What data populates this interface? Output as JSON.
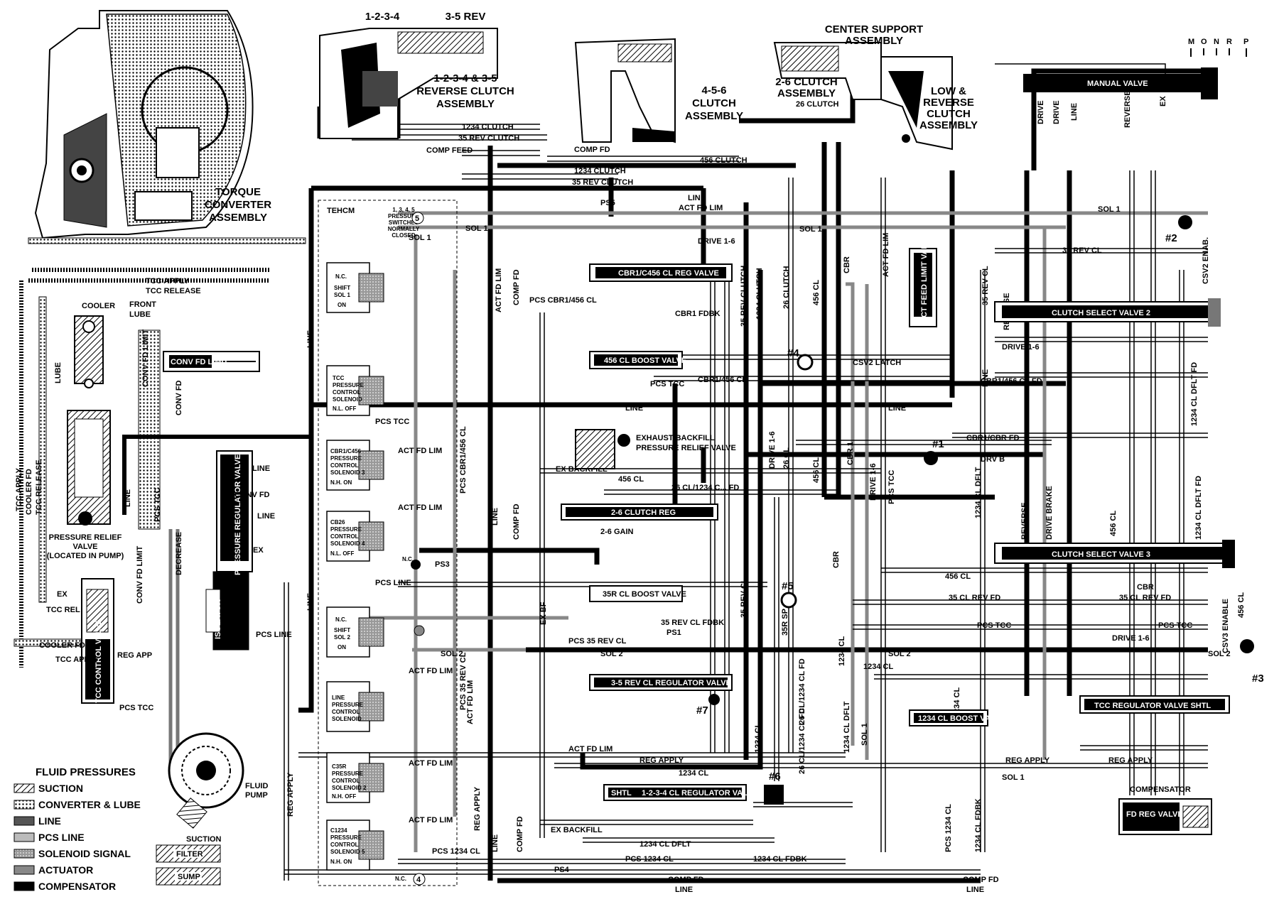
{
  "assemblies": {
    "clutch_1234_top": "1-2-3-4",
    "clutch_35rev_top": "3-5 REV",
    "reverse_clutch_l1": "1-2-3-4 & 3-5",
    "reverse_clutch_l2": "REVERSE CLUTCH",
    "reverse_clutch_l3": "ASSEMBLY",
    "c456_l1": "4-5-6",
    "c456_l2": "CLUTCH",
    "c456_l3": "ASSEMBLY",
    "center_l1": "CENTER SUPPORT",
    "center_l2": "ASSEMBLY",
    "c26_l1": "2-6 CLUTCH",
    "c26_l2": "ASSEMBLY",
    "lowrev_l1": "LOW &",
    "lowrev_l2": "REVERSE",
    "lowrev_l3": "CLUTCH",
    "lowrev_l4": "ASSEMBLY",
    "torque_l1": "TORQUE",
    "torque_l2": "CONVERTER",
    "torque_l3": "ASSEMBLY",
    "fluid_pump_l1": "FLUID",
    "fluid_pump_l2": "PUMP",
    "prv_l1": "PRESSURE RELIEF",
    "prv_l2": "VALVE",
    "prv_l3": "(LOCATED IN PUMP)",
    "cooler": "COOLER",
    "front_lube_l1": "FRONT",
    "front_lube_l2": "LUBE",
    "lube": "LUBE",
    "filter": "FILTER",
    "sump": "SUMP",
    "suction": "SUCTION",
    "exhaust_backfill_l1": "EXHAUST BACKFILL",
    "exhaust_backfill_l2": "PRESSURE RELIEF VALVE"
  },
  "gear_selector": [
    "M",
    "O",
    "N",
    "R",
    "P"
  ],
  "tehcm": {
    "title": "TEHCM",
    "switch_l1": "1, 3, 4, 5",
    "switch_l2": "PRESSURE",
    "switch_l3": "SWITCHES",
    "switch_l4": "NORMALLY",
    "switch_l5": "CLOSED",
    "sol1_l1": "N.C.",
    "sol1_l2": "SHIFT",
    "sol1_l3": "SOL 1",
    "sol1_l4": "ON",
    "tcc_sol_l1": "TCC",
    "tcc_sol_l2": "PRESSURE",
    "tcc_sol_l3": "CONTROL",
    "tcc_sol_l4": "SOLENOID",
    "tcc_sol_l5": "N.L. OFF",
    "sol3_l1": "CBR1/C456",
    "sol3_l2": "PRESSURE",
    "sol3_l3": "CONTROL",
    "sol3_l4": "SOLENOID 3",
    "sol3_l5": "N.H. ON",
    "sol4_l1": "CB26",
    "sol4_l2": "PRESSURE",
    "sol4_l3": "CONTROL",
    "sol4_l4": "SOLENOID 4",
    "sol4_l5": "N.L. OFF",
    "sol2_l1": "N.C.",
    "sol2_l2": "SHIFT",
    "sol2_l3": "SOL 2",
    "sol2_l4": "ON",
    "line_sol_l1": "LINE",
    "line_sol_l2": "PRESSURE",
    "line_sol_l3": "CONTROL",
    "line_sol_l4": "SOLENOID",
    "sol2b_l1": "C35R",
    "sol2b_l2": "PRESSURE",
    "sol2b_l3": "CONTROL",
    "sol2b_l4": "SOLENOID 2",
    "sol2b_l5": "N.H. OFF",
    "sol5_l1": "C1234",
    "sol5_l2": "PRESSURE",
    "sol5_l3": "CONTROL",
    "sol5_l4": "SOLENOID 5",
    "sol5_l5": "N.H. ON",
    "nc": "N.C.",
    "num5": "5",
    "num4": "4"
  },
  "valves": {
    "manual": "MANUAL VALVE",
    "cbr1_c456_reg": "CBR1/C456 CL REG VALVE",
    "boost_456": "456 CL BOOST VALVE",
    "clutch_select_2": "CLUTCH SELECT VALVE 2",
    "clutch_select_3": "CLUTCH SELECT VALVE 3",
    "reg_26": "2-6 CLUTCH REG",
    "gain_26": "2-6 GAIN",
    "boost_35r": "35R CL BOOST VALVE",
    "reg_35rev": "3-5 REV CL REGULATOR VALVE",
    "shtl": "SHTL",
    "reg_1234": "1-2-3-4 CL REGULATOR VALVE",
    "boost_1234": "1234 CL BOOST VALVE",
    "tcc_reg": "TCC REGULATOR VALVE SHTL",
    "comp_fd_l1": "COMPENSATOR",
    "comp_fd_l2": "FD REG VALVE",
    "act_feed_limit": "ACT FEED LIMIT VALVE",
    "conv_fd_limit": "CONV FD LIMIT",
    "pressure_reg": "PRESSURE REGULATOR VALVE",
    "isolator": "ISOLATOR",
    "tcc_control": "TCC CONTROL VALVE"
  },
  "checkballs": {
    "b1": "#1",
    "b2": "#2",
    "b3": "#3",
    "b4": "#4",
    "b5": "#5",
    "b6": "#6",
    "b7": "#7"
  },
  "passages": {
    "clutch_1234": "1234 CLUTCH",
    "rev_clutch_35": "35 REV CLUTCH",
    "comp_feed": "COMP FEED",
    "comp_fd": "COMP FD",
    "clutch_456": "456 CLUTCH",
    "clutch_26": "26 CLUTCH",
    "clutch_1234_b": "1234 CLUTCH",
    "rev_clutch_35_b": "35 REV CLUTCH",
    "line": "LINE",
    "act_fd_lim": "ACT FD LIM",
    "pss": "PS5",
    "sol1": "SOL 1",
    "drive16": "DRIVE 1-6",
    "rev_cl_35": "35 REV CL",
    "csv2_enab": "CSV2 ENAB.",
    "drive": "DRIVE",
    "reverse": "REVERSE",
    "ex": "EX",
    "pcs_cbr1_456": "PCS CBR1/456 CL",
    "cbr1_fdbk": "CBR1 FDBK",
    "ex_bf": "EX BF",
    "cbr1_456": "CBR1/456 CL",
    "csv2_latch": "CSV2 LATCH",
    "cbr1_456_fd": "CBR1/456 CL FD",
    "pcs_tcc": "PCS TCC",
    "drive16b": "DRIVE 1-6",
    "cl_dflt_1234_fd": "1234 CL DFLT FD",
    "cbr1_cbr_fd": "CBR1/CBR FD",
    "drv_b": "DRV B",
    "ex_backfill": "EX BACKFILL",
    "cl_456": "456 CL",
    "cl_26_1234": "26 CL/1234 C... FD",
    "ps3": "PS3",
    "pcs_line": "PCS LINE",
    "rev_fdbk_35": "35 REV CL FDBK",
    "ps1": "PS1",
    "pcs_35rev": "PCS 35 REV CL",
    "sol2": "SOL 2",
    "rev_cl_fd_35": "35 CL REV FD",
    "cbr": "CBR",
    "cl_1234": "1234 CL",
    "reg_apply": "REG APPLY",
    "ps4": "PS4",
    "cl_dflt_1234": "1234 CL DFLT",
    "cl_fdbk_1234": "1234 CL FDBK",
    "pcs_1234": "PCS 1234 CL",
    "tcc_apply": "TCC APPLY",
    "tcc_release": "TCC RELEASE",
    "cooler_fd": "COOLER FD",
    "tcc_rel": "TCC REL",
    "conv_fd": "CONV FD",
    "conv_fd_limit": "CONV FD LIMIT",
    "decrease": "DECREASE",
    "pcs_tcc_v": "PCS TCC",
    "reg_app": "REG APP",
    "drive_brake": "DRIVE BRAKE",
    "cl_35r_sp": "35R SP",
    "cl_26_v": "26 CL",
    "cl_1234_v": "1234 CL",
    "cl_26_1234_fd": "26 CL/1234 CL FD",
    "cl_dflt_v": "1234 CL DFLT",
    "cbr1_v": "CBR 1",
    "drive16_v": "DRIVE 1-6",
    "cl_456_v": "456 CL",
    "rev_cl_35_v": "35 REV CL",
    "cl_456_right": "456 CL",
    "csv3_enable": "CSV3 ENABLE",
    "cl_26_1234_fd_b": "26 CL/1234 CL FD",
    "cl_dflt_fd_right": "1234 CL DFLT FD",
    "reverse_r": "REVERSE"
  },
  "legend": {
    "title": "FLUID PRESSURES",
    "items": [
      "SUCTION",
      "CONVERTER & LUBE",
      "LINE",
      "PCS LINE",
      "SOLENOID SIGNAL",
      "ACTUATOR",
      "COMPENSATOR"
    ]
  }
}
